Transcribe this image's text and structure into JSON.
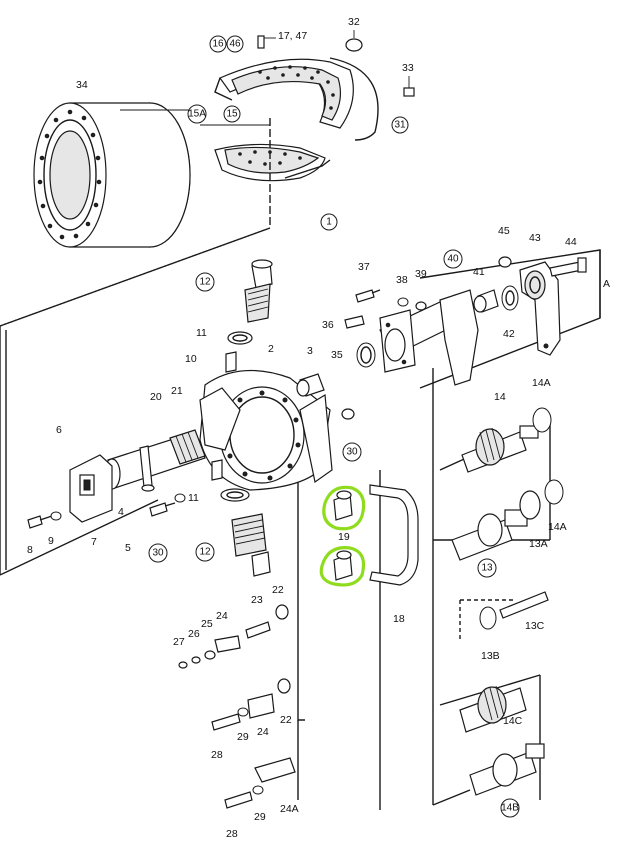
{
  "labels": {
    "l1": "1",
    "l2": "2",
    "l3": "3",
    "l4": "4",
    "l5": "5",
    "l6": "6",
    "l7": "7",
    "l8": "8",
    "l9": "9",
    "l10": "10",
    "l11a": "11",
    "l11b": "11",
    "l12a": "12",
    "l12b": "12",
    "l13": "13",
    "l13a": "13A",
    "l13b": "13B",
    "l13c": "13C",
    "l14": "14",
    "l14a1": "14A",
    "l14a2": "14A",
    "l14b": "14B",
    "l14c": "14C",
    "l15": "15",
    "l15a": "15A",
    "l16": "16",
    "l46": "46",
    "l1747": "17, 47",
    "l18": "18",
    "l19": "19",
    "l20": "20",
    "l21": "21",
    "l22a": "22",
    "l22b": "22",
    "l23": "23",
    "l24": "24",
    "l24b": "24",
    "l24a": "24A",
    "l25": "25",
    "l26": "26",
    "l27": "27",
    "l28a": "28",
    "l28b": "28",
    "l29a": "29",
    "l29b": "29",
    "l30a": "30",
    "l30b": "30",
    "l31": "31",
    "l32": "32",
    "l33": "33",
    "l34": "34",
    "l35": "35",
    "l36": "36",
    "l37": "37",
    "l38": "38",
    "l39": "39",
    "l40": "40",
    "l41": "41",
    "l42": "42",
    "l43": "43",
    "l44": "44",
    "l45": "45",
    "lA": "A"
  },
  "colors": {
    "highlight": "#8fdc1e",
    "line": "#1a1a1a"
  }
}
